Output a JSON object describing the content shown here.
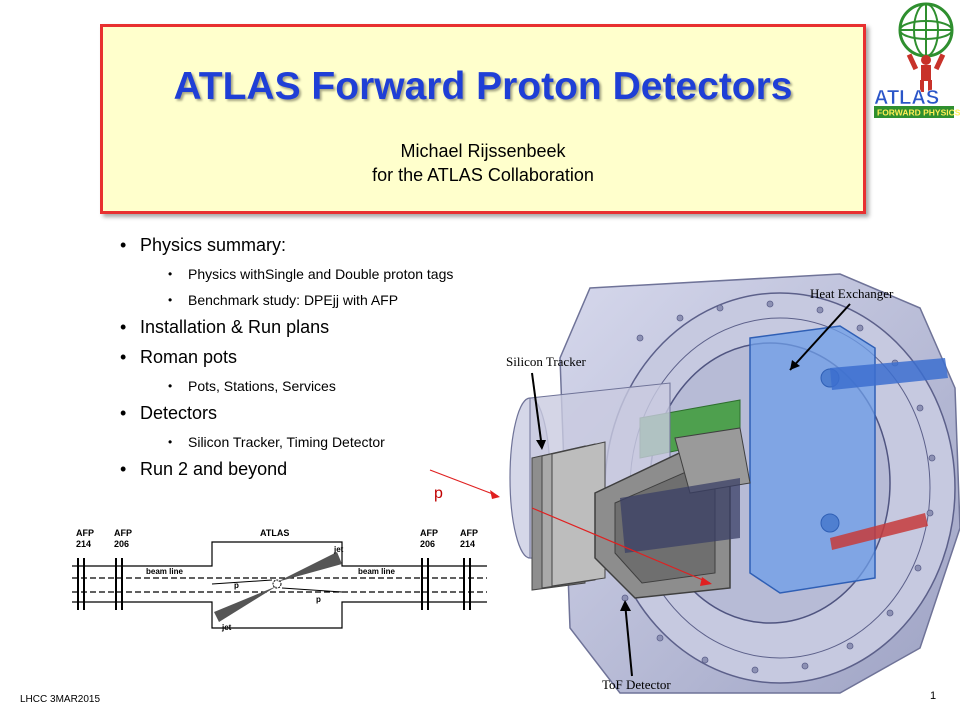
{
  "title": {
    "main": "ATLAS Forward Proton Detectors",
    "author": "Michael Rijssenbeek",
    "collab": "for the ATLAS Collaboration"
  },
  "logo": {
    "text": "ATLAS",
    "subtext": "FORWARD PHYSICS"
  },
  "bullets": [
    {
      "level": 1,
      "text": "Physics summary:"
    },
    {
      "level": 2,
      "text": "Physics withSingle and Double proton tags"
    },
    {
      "level": 2,
      "text": "Benchmark study: DPEjj with AFP"
    },
    {
      "level": 1,
      "text": "Installation & Run plans"
    },
    {
      "level": 1,
      "text": "Roman pots"
    },
    {
      "level": 2,
      "text": "Pots, Stations, Services"
    },
    {
      "level": 1,
      "text": "Detectors"
    },
    {
      "level": 2,
      "text": "Silicon Tracker, Timing Detector"
    },
    {
      "level": 1,
      "text": "Run 2 and beyond"
    }
  ],
  "detector_labels": {
    "heat_exchanger": "Heat Exchanger",
    "silicon_tracker": "Silicon Tracker",
    "tof": "ToF Detector",
    "proton": "p"
  },
  "beam_diagram": {
    "afp214_left": "AFP\n214",
    "afp206_left": "AFP\n206",
    "atlas": "ATLAS",
    "afp206_right": "AFP\n206",
    "afp214_right": "AFP\n214",
    "beam_line_left": "beam line",
    "beam_line_right": "beam line",
    "jet_top": "jet",
    "jet_bottom": "jet",
    "p_left": "p",
    "p_right": "p"
  },
  "footer": {
    "left": "LHCC 3MAR2015",
    "page": "1"
  },
  "colors": {
    "title": "#1f3fd6",
    "box_fill": "#ffffcc",
    "box_border": "#e83030"
  }
}
